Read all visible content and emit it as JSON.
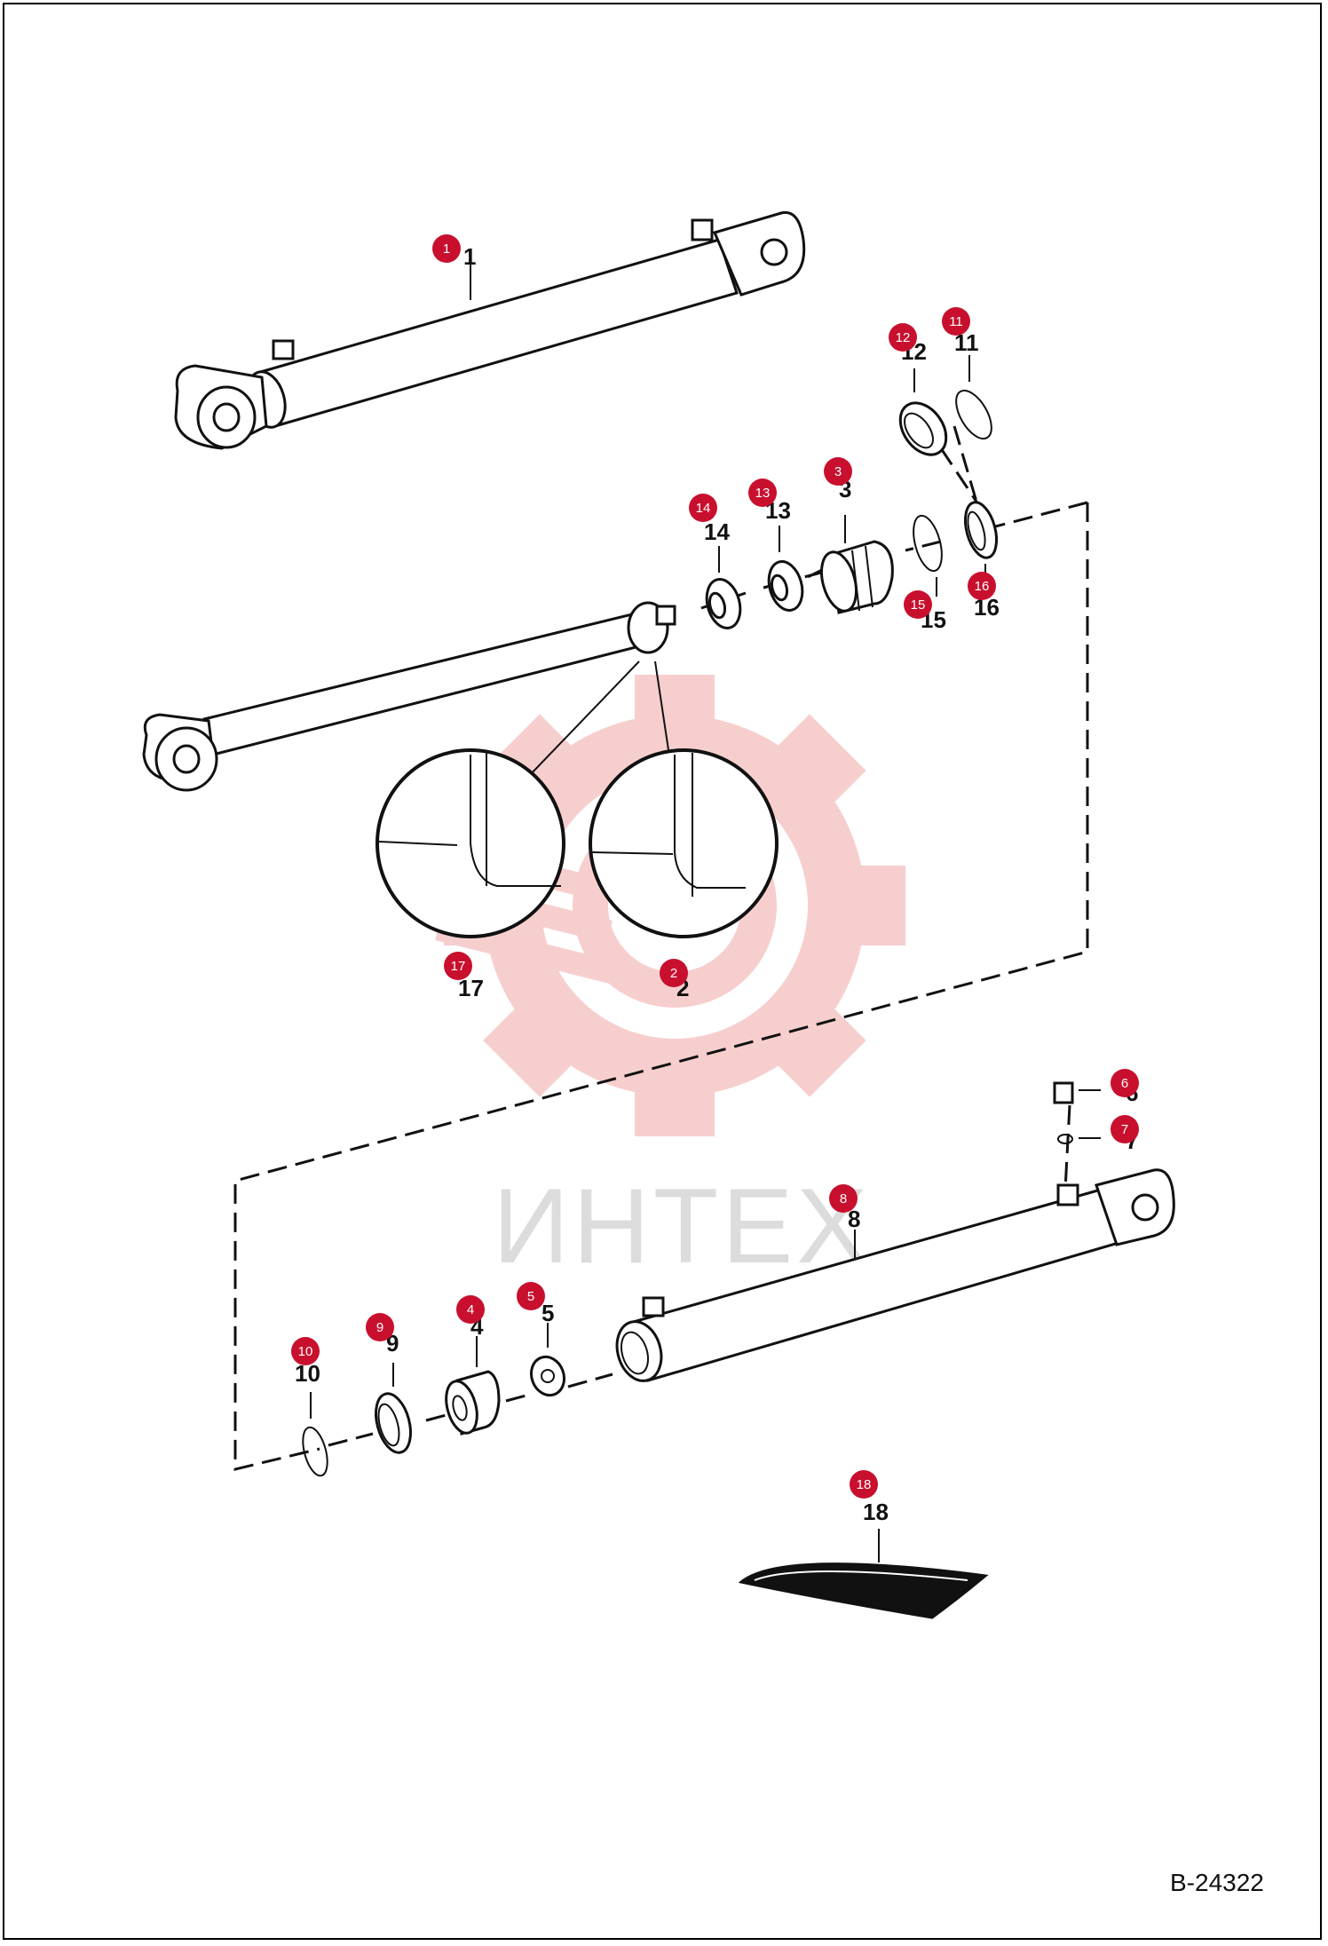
{
  "diagram": {
    "reference": "B-24322",
    "watermark": "ИНТЕХ",
    "colors": {
      "badge": "#c8102e",
      "watermark_gear": "#f7c9c9",
      "line": "#111111"
    },
    "callouts": [
      {
        "id": "1",
        "label": "1"
      },
      {
        "id": "2",
        "label": "2"
      },
      {
        "id": "3",
        "label": "3"
      },
      {
        "id": "4",
        "label": "4"
      },
      {
        "id": "5",
        "label": "5"
      },
      {
        "id": "6",
        "label": "6"
      },
      {
        "id": "7",
        "label": "7"
      },
      {
        "id": "8",
        "label": "8"
      },
      {
        "id": "9",
        "label": "9"
      },
      {
        "id": "10",
        "label": "10"
      },
      {
        "id": "11",
        "label": "11"
      },
      {
        "id": "12",
        "label": "12"
      },
      {
        "id": "13",
        "label": "13"
      },
      {
        "id": "14",
        "label": "14"
      },
      {
        "id": "15",
        "label": "15"
      },
      {
        "id": "16",
        "label": "16"
      },
      {
        "id": "17",
        "label": "17"
      },
      {
        "id": "18",
        "label": "18"
      }
    ]
  }
}
